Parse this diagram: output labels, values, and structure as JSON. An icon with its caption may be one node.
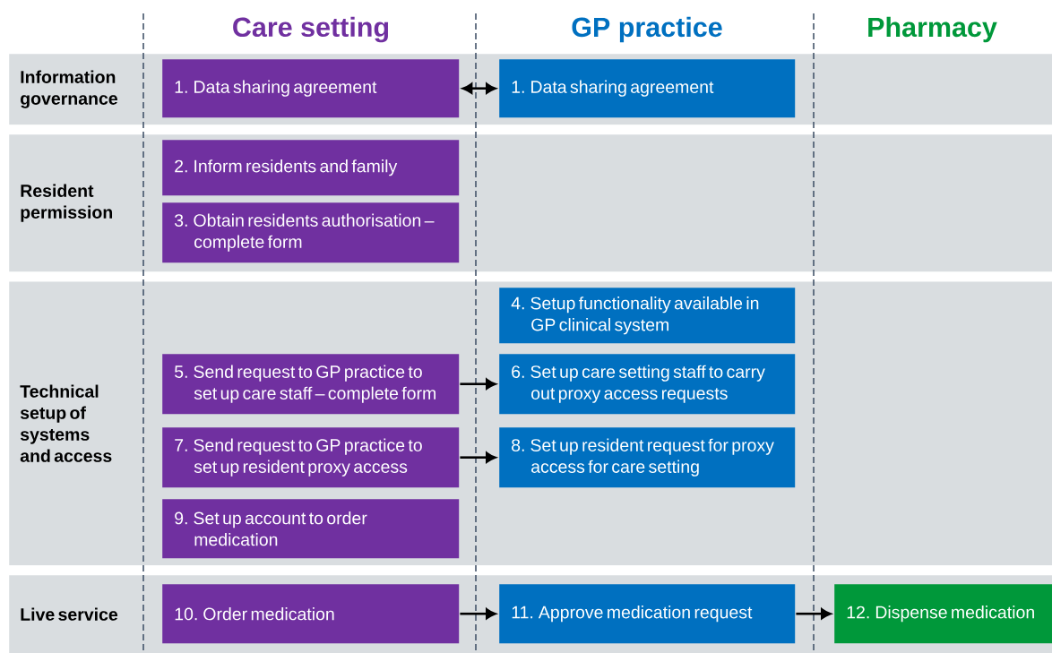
{
  "diagram": {
    "nodes": [
      {
        "text": [
          "Information governance"
        ]
      },
      {
        "text": [
          "1. Data sharing agreement"
        ],
        "in": 0
      },
      {
        "text": [
          "1. Data sharing agreement"
        ],
        "in": 0
      },
      {
        "text": [
          "Resident permission"
        ]
      },
      {
        "text": [
          "2. Inform residents and family"
        ],
        "in": 3
      },
      {
        "text": [
          "3. Obtain residents authorisation – complete form"
        ],
        "in": 3
      },
      {
        "text": [
          "Technical setup of systems and access"
        ]
      },
      {
        "text": [
          "4. Setup functionality available in GP clinical system"
        ],
        "in": 6
      },
      {
        "text": [
          "5. Send request to GP practice to set up care staff – complete form"
        ],
        "in": 6
      },
      {
        "text": [
          "6. Set up care setting staff to carry out proxy access requests"
        ],
        "in": 6
      },
      {
        "text": [
          "7. Send request to GP practice to set up resident proxy access"
        ],
        "in": 6
      },
      {
        "text": [
          "8. Set up resident request for proxy access for care setting"
        ],
        "in": 6
      },
      {
        "text": [
          "9. Set up account to order medication"
        ],
        "in": 6
      },
      {
        "text": [
          "Live service"
        ]
      },
      {
        "text": [
          "10. Order medication"
        ],
        "in": 13
      },
      {
        "text": [
          "11. Approve medication request"
        ],
        "in": 13
      },
      {
        "text": [
          "12. Dispense medication"
        ],
        "in": 13
      }
    ],
    "edges": [
      {
        "from": 1,
        "to": 2,
        "arrow": "both"
      },
      {
        "from": 8,
        "to": 9,
        "arrow": "to"
      },
      {
        "from": 10,
        "to": 11,
        "arrow": "to"
      },
      {
        "from": 14,
        "to": 15,
        "arrow": "to"
      },
      {
        "from": 15,
        "to": 16,
        "arrow": "to"
      }
    ],
    "labels": [
      "Care setting",
      "GP practice",
      "Pharmacy"
    ]
  }
}
